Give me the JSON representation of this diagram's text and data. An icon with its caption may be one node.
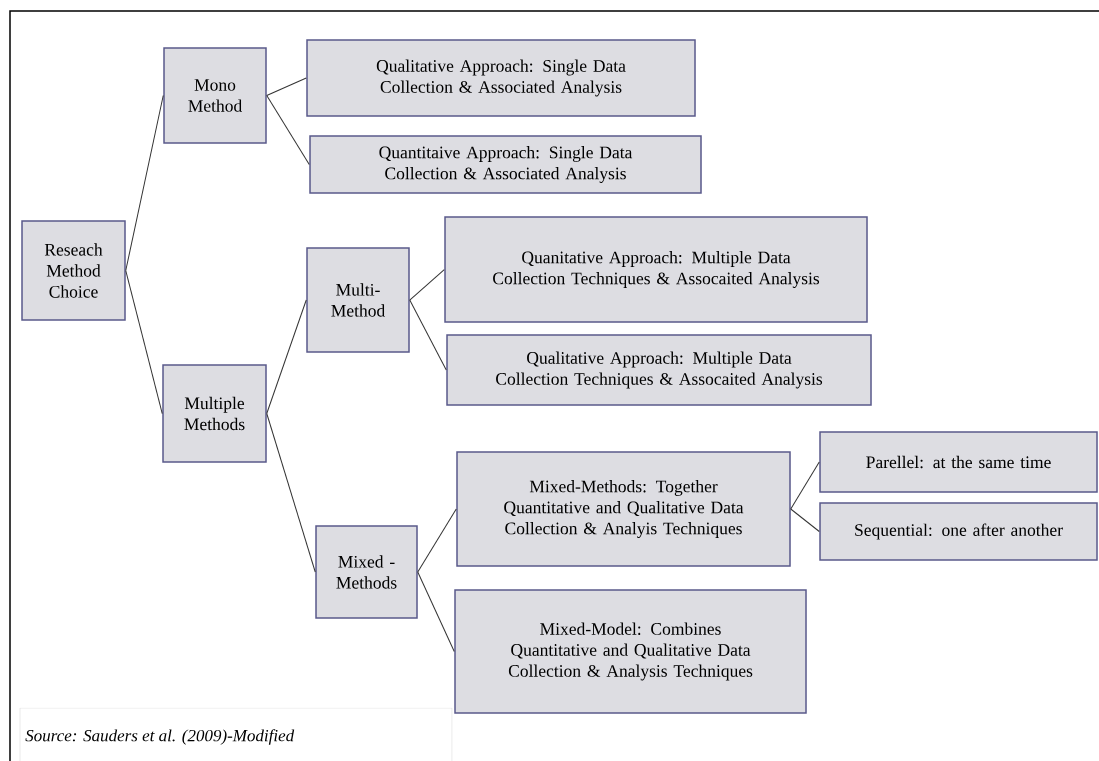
{
  "diagram": {
    "caption": "Source:  Sauders et al. (2009)-Modified",
    "nodes": [
      {
        "text": [
          "Reseach Method Choice"
        ]
      },
      {
        "text": [
          "Mono Method"
        ]
      },
      {
        "text": [
          "Qualitative Approach: Single Data Collection & Associated Analysis"
        ]
      },
      {
        "text": [
          "Quantitaive Approach: Single Data Collection & Associated Analysis"
        ]
      },
      {
        "text": [
          "Multiple Methods"
        ]
      },
      {
        "text": [
          "Multi- Method"
        ]
      },
      {
        "text": [
          "Quanitative Approach: Multiple Data Collection Techniques & Assocaited Analysis"
        ]
      },
      {
        "text": [
          "Qualitative Approach: Multiple Data Collection Techniques & Assocaited Analysis"
        ]
      },
      {
        "text": [
          "Mixed - Methods"
        ]
      },
      {
        "text": [
          "Mixed-Methods: Together Quantitative and Qualitative Data Collection & Analyis Techniques"
        ]
      },
      {
        "text": [
          "Parellel: at the same time"
        ]
      },
      {
        "text": [
          "Sequential: one after another"
        ]
      },
      {
        "text": [
          "Mixed-Model: Combines Quantitative and Qualitative Data Collection & Analysis Techniques"
        ]
      }
    ],
    "edges": [
      {
        "from": 0,
        "to": 1,
        "arrow": "none"
      },
      {
        "from": 0,
        "to": 4,
        "arrow": "none"
      },
      {
        "from": 1,
        "to": 2,
        "arrow": "none"
      },
      {
        "from": 1,
        "to": 3,
        "arrow": "none"
      },
      {
        "from": 4,
        "to": 5,
        "arrow": "none"
      },
      {
        "from": 4,
        "to": 8,
        "arrow": "none"
      },
      {
        "from": 5,
        "to": 6,
        "arrow": "none"
      },
      {
        "from": 5,
        "to": 7,
        "arrow": "none"
      },
      {
        "from": 8,
        "to": 9,
        "arrow": "none"
      },
      {
        "from": 8,
        "to": 12,
        "arrow": "none"
      },
      {
        "from": 9,
        "to": 10,
        "arrow": "none"
      },
      {
        "from": 9,
        "to": 11,
        "arrow": "none"
      }
    ]
  }
}
